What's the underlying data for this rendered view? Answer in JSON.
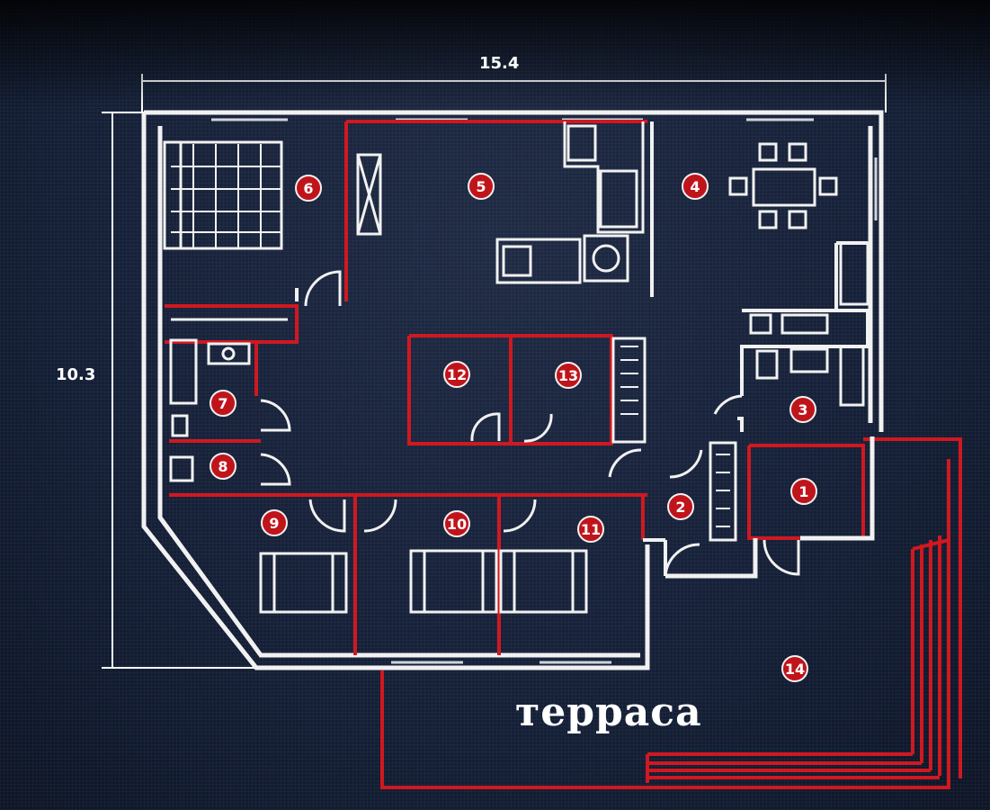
{
  "dimensions": {
    "width": "15.4",
    "height": "10.3"
  },
  "terrace": {
    "label": "терраса"
  },
  "rooms": [
    {
      "id": "1"
    },
    {
      "id": "2"
    },
    {
      "id": "3"
    },
    {
      "id": "4"
    },
    {
      "id": "5"
    },
    {
      "id": "6"
    },
    {
      "id": "7"
    },
    {
      "id": "8"
    },
    {
      "id": "9"
    },
    {
      "id": "10"
    },
    {
      "id": "11"
    },
    {
      "id": "12"
    },
    {
      "id": "13"
    },
    {
      "id": "14"
    }
  ],
  "colors": {
    "walls": "#f1f1f1",
    "partitions": "#d01820",
    "badge": "#c0141b",
    "background": "#152038"
  }
}
